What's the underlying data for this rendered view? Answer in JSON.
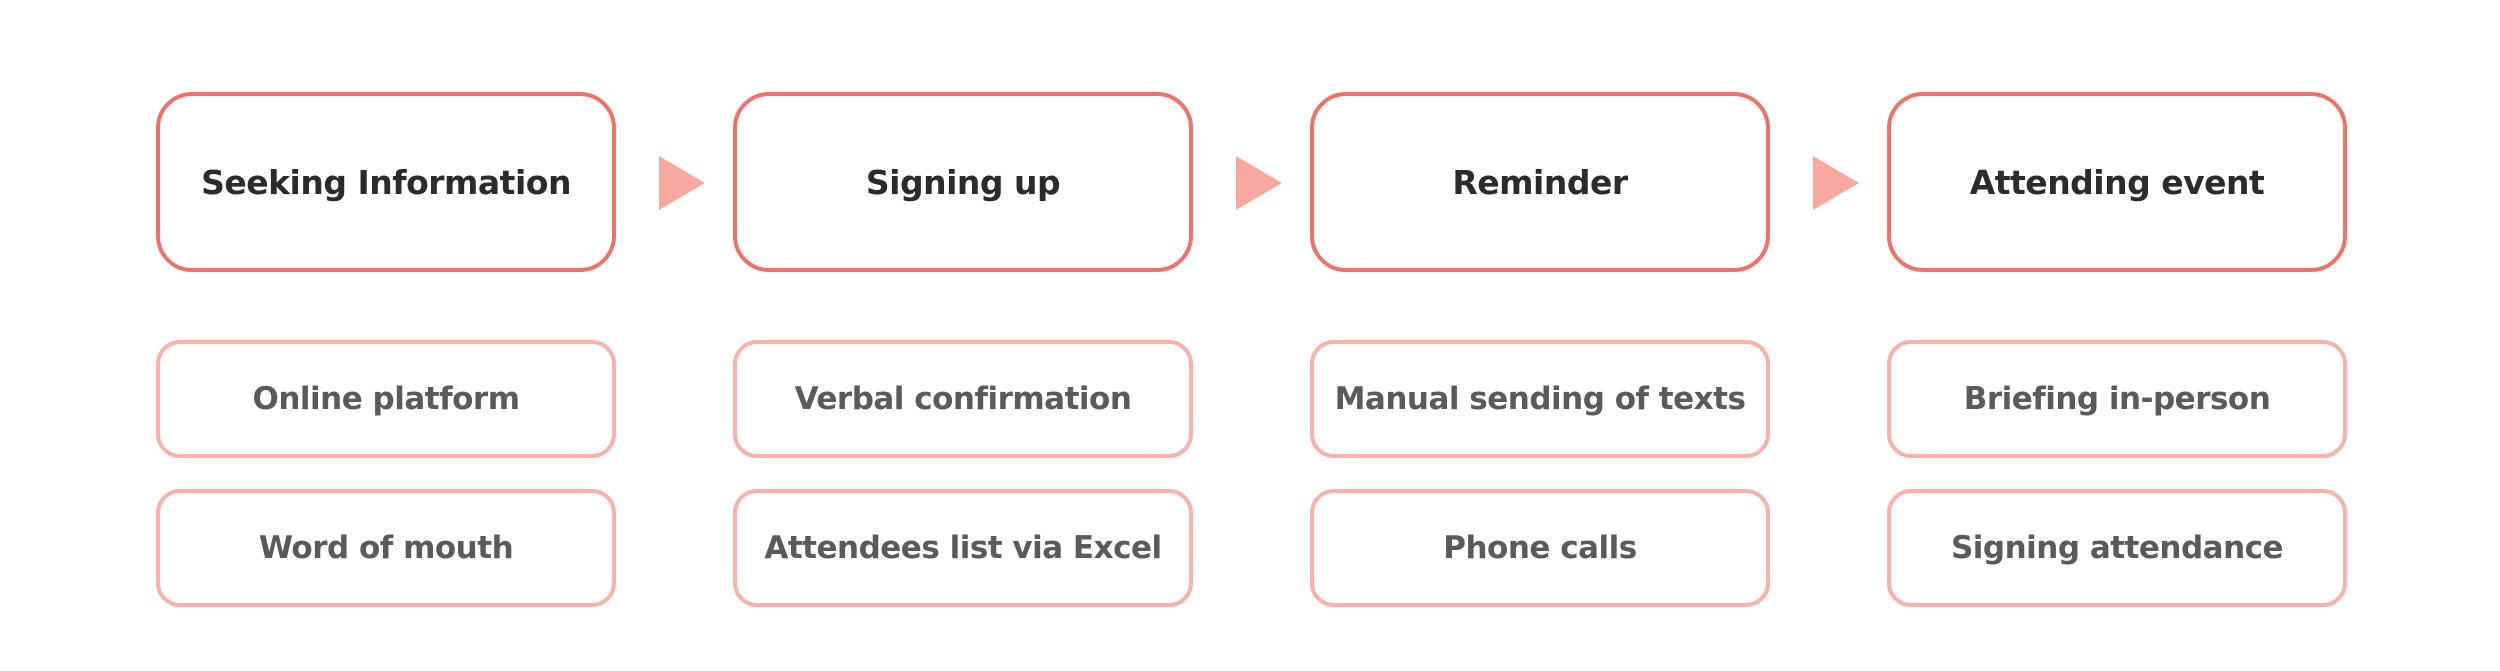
{
  "stages": [
    {
      "title": "Seeking Information",
      "details": [
        "Online platform",
        "Word of mouth"
      ]
    },
    {
      "title": "Signing up",
      "details": [
        "Verbal confirmation",
        "Attendees list via Excel"
      ]
    },
    {
      "title": "Reminder",
      "details": [
        "Manual sending of texts",
        "Phone calls"
      ]
    },
    {
      "title": "Attending event",
      "details": [
        "Briefing in-person",
        "Signing attendance"
      ]
    }
  ],
  "colors": {
    "stage_border": "#f07167",
    "detail_border": "#f9b1aa",
    "arrow": "#f9a8a0",
    "title_text": "#2b2b2b",
    "detail_text": "#5a5a5a"
  }
}
